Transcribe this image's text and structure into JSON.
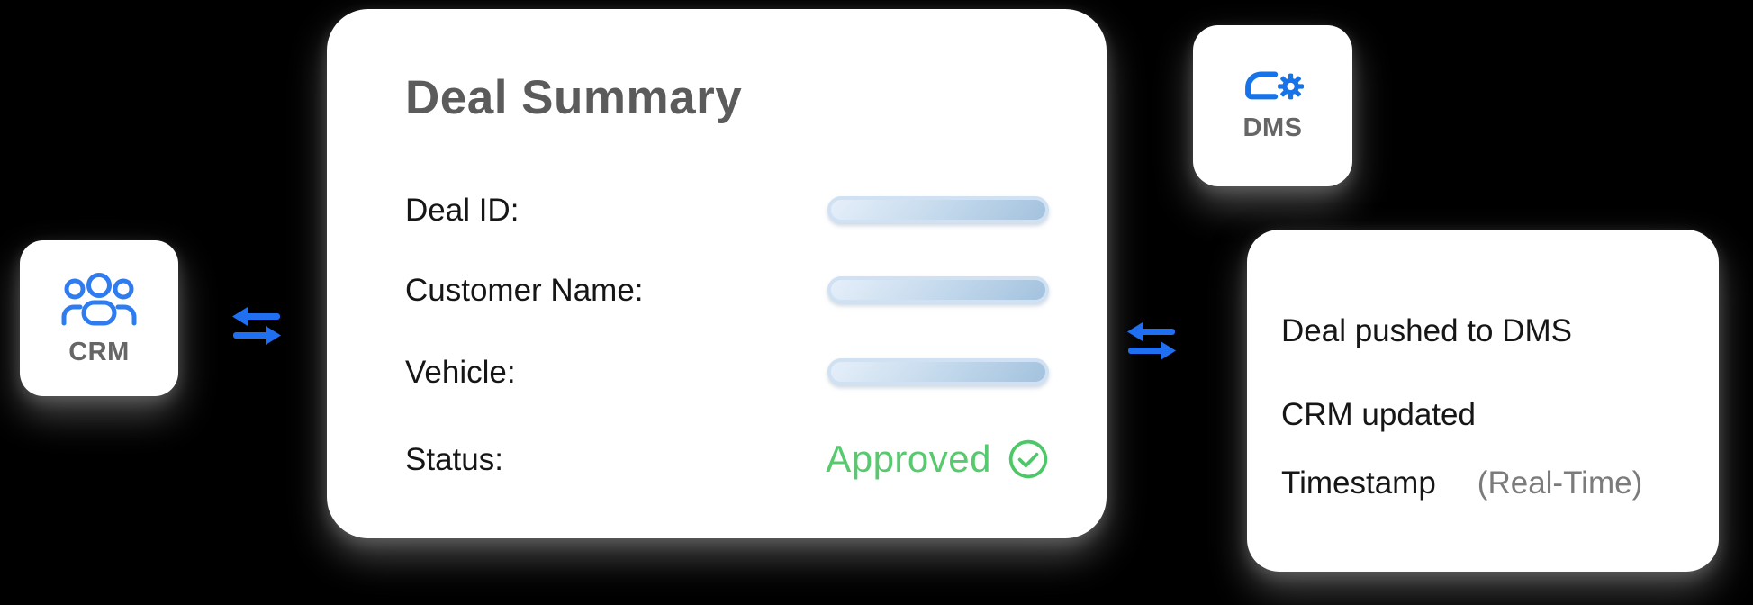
{
  "colors": {
    "accent_blue": "#1f6ff0",
    "icon_blue": "#2e7cf0",
    "success_green": "#57c96e",
    "title_gray": "#5b5b5b",
    "node_label_gray": "#666666",
    "text_dark": "#161616",
    "muted_gray": "#7b7b7b",
    "pill_light": "#e6effa",
    "pill_dark": "#a3c2de"
  },
  "crm_card": {
    "label": "CRM",
    "icon": "people-group-icon"
  },
  "dms_card": {
    "label": "DMS",
    "icon": "cloud-gear-icon"
  },
  "deal_card": {
    "title": "Deal Summary",
    "rows": [
      {
        "label": "Deal ID:",
        "value_style": "placeholder-bar"
      },
      {
        "label": "Customer Name:",
        "value_style": "placeholder-bar"
      },
      {
        "label": "Vehicle:",
        "value_style": "placeholder-bar"
      },
      {
        "label": "Status:",
        "value_style": "status-text",
        "value": "Approved",
        "icon": "check-circle-icon"
      }
    ]
  },
  "sync_card": {
    "lines": [
      "Deal pushed to DMS",
      "CRM updated"
    ],
    "timestamp_label": "Timestamp",
    "timestamp_note": "(Real-Time)"
  }
}
